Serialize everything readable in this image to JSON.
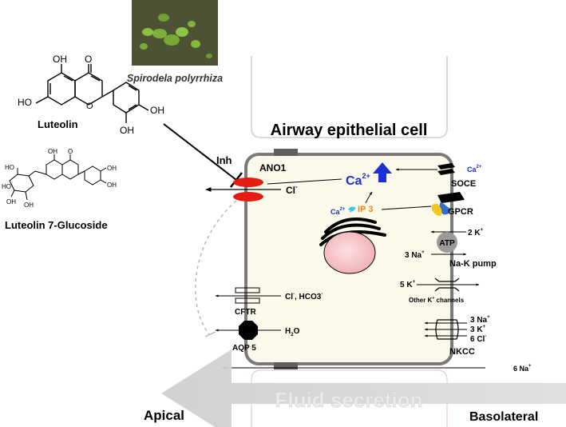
{
  "organism": {
    "name": "Spirodela polyrrhiza"
  },
  "compounds": {
    "luteolin": "Luteolin",
    "luteolin_glucoside": "Luteolin 7-Glucoside",
    "oh": "OH",
    "ho": "HO",
    "o": "O"
  },
  "cell": {
    "title": "Airway epithelial cell"
  },
  "labels": {
    "inh": "Inh",
    "ano1": "ANO1",
    "cl": "Cl",
    "cl_sup": "-",
    "ca": "Ca",
    "ca_sup": "2+",
    "ip3": "IP 3",
    "soce": "SOCE",
    "gpcr": "GPCR",
    "atp": "ATP",
    "k2": "2 K",
    "k_sup": "+",
    "na3": "3 Na",
    "na_sup": "+",
    "nak_pump": "Na-K pump",
    "k5": "5 K",
    "other_k": "Other K",
    "other_k_tail": " channels",
    "cftr": "CFTR",
    "cl_hco3_a": "Cl",
    "cl_hco3_b": ", HCO3",
    "h2o_h": "H",
    "h2o_2": "2",
    "h2o_o": "O",
    "aqp5": "AQP 5",
    "nkcc_na": "3 Na",
    "nkcc_k": "3 K",
    "nkcc_cl": "6 Cl",
    "nkcc": "NKCC",
    "na6": "6 Na",
    "fluid": "Fluid secretion",
    "apical": "Apical",
    "basolateral": "Basolateral"
  },
  "colors": {
    "cell_fill": "#fbfaea",
    "cell_border": "#7a7a7a",
    "channel_red": "#e51b14",
    "ca_blue": "#1a2fd6",
    "ip3_orange": "#f58220",
    "nucleus": "#f6c9cd",
    "fluid_arrow": "#d4d4d4",
    "gpcr_yellow": "#f5c518",
    "gpcr_blue": "#2e6fd1"
  }
}
